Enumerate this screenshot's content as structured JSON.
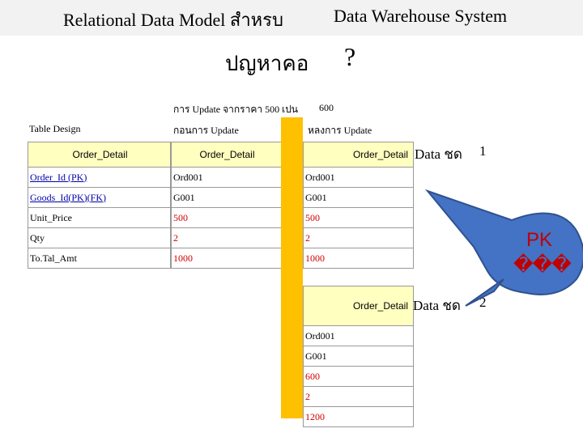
{
  "title": {
    "left": "Relational Data Model สำหรบ",
    "right": "Data Warehouse System"
  },
  "subtitle": {
    "text": "ปญหาคอ",
    "mark": "?"
  },
  "note": {
    "line1": "การ Update จากราคา 500 เปน",
    "value": "600"
  },
  "labels": {
    "table_design": "Table Design",
    "before": "กอนการ   Update",
    "after": "หลงการ   Update"
  },
  "design_table": {
    "header": "Order_Detail",
    "rows": [
      "Order_Id (PK)",
      "Goods_Id(PK)(FK)",
      "Unit_Price",
      "Qty",
      "To.Tal_Amt"
    ]
  },
  "before_table": {
    "header": "Order_Detail",
    "rows": [
      "Ord001",
      "G001",
      "500",
      "2",
      "1000"
    ]
  },
  "after_table_1": {
    "header": "Order_Detail",
    "rows": [
      "Ord001",
      "G001",
      "500",
      "2",
      "1000"
    ]
  },
  "after_table_2": {
    "header": "Order_Detail",
    "rows": [
      "Ord001",
      "G001",
      "600",
      "2",
      "1200"
    ]
  },
  "set1": {
    "label": "Data ชด",
    "num": "1"
  },
  "set2": {
    "label": "Data ชด",
    "num": "2"
  },
  "callout": {
    "label": "PK",
    "glyphs": "���"
  },
  "colors": {
    "title_bg": "#f2f2f2",
    "header_bg": "#ffffc0",
    "bar": "#ffc000",
    "callout": "#4472c4",
    "accent": "#c00000"
  }
}
